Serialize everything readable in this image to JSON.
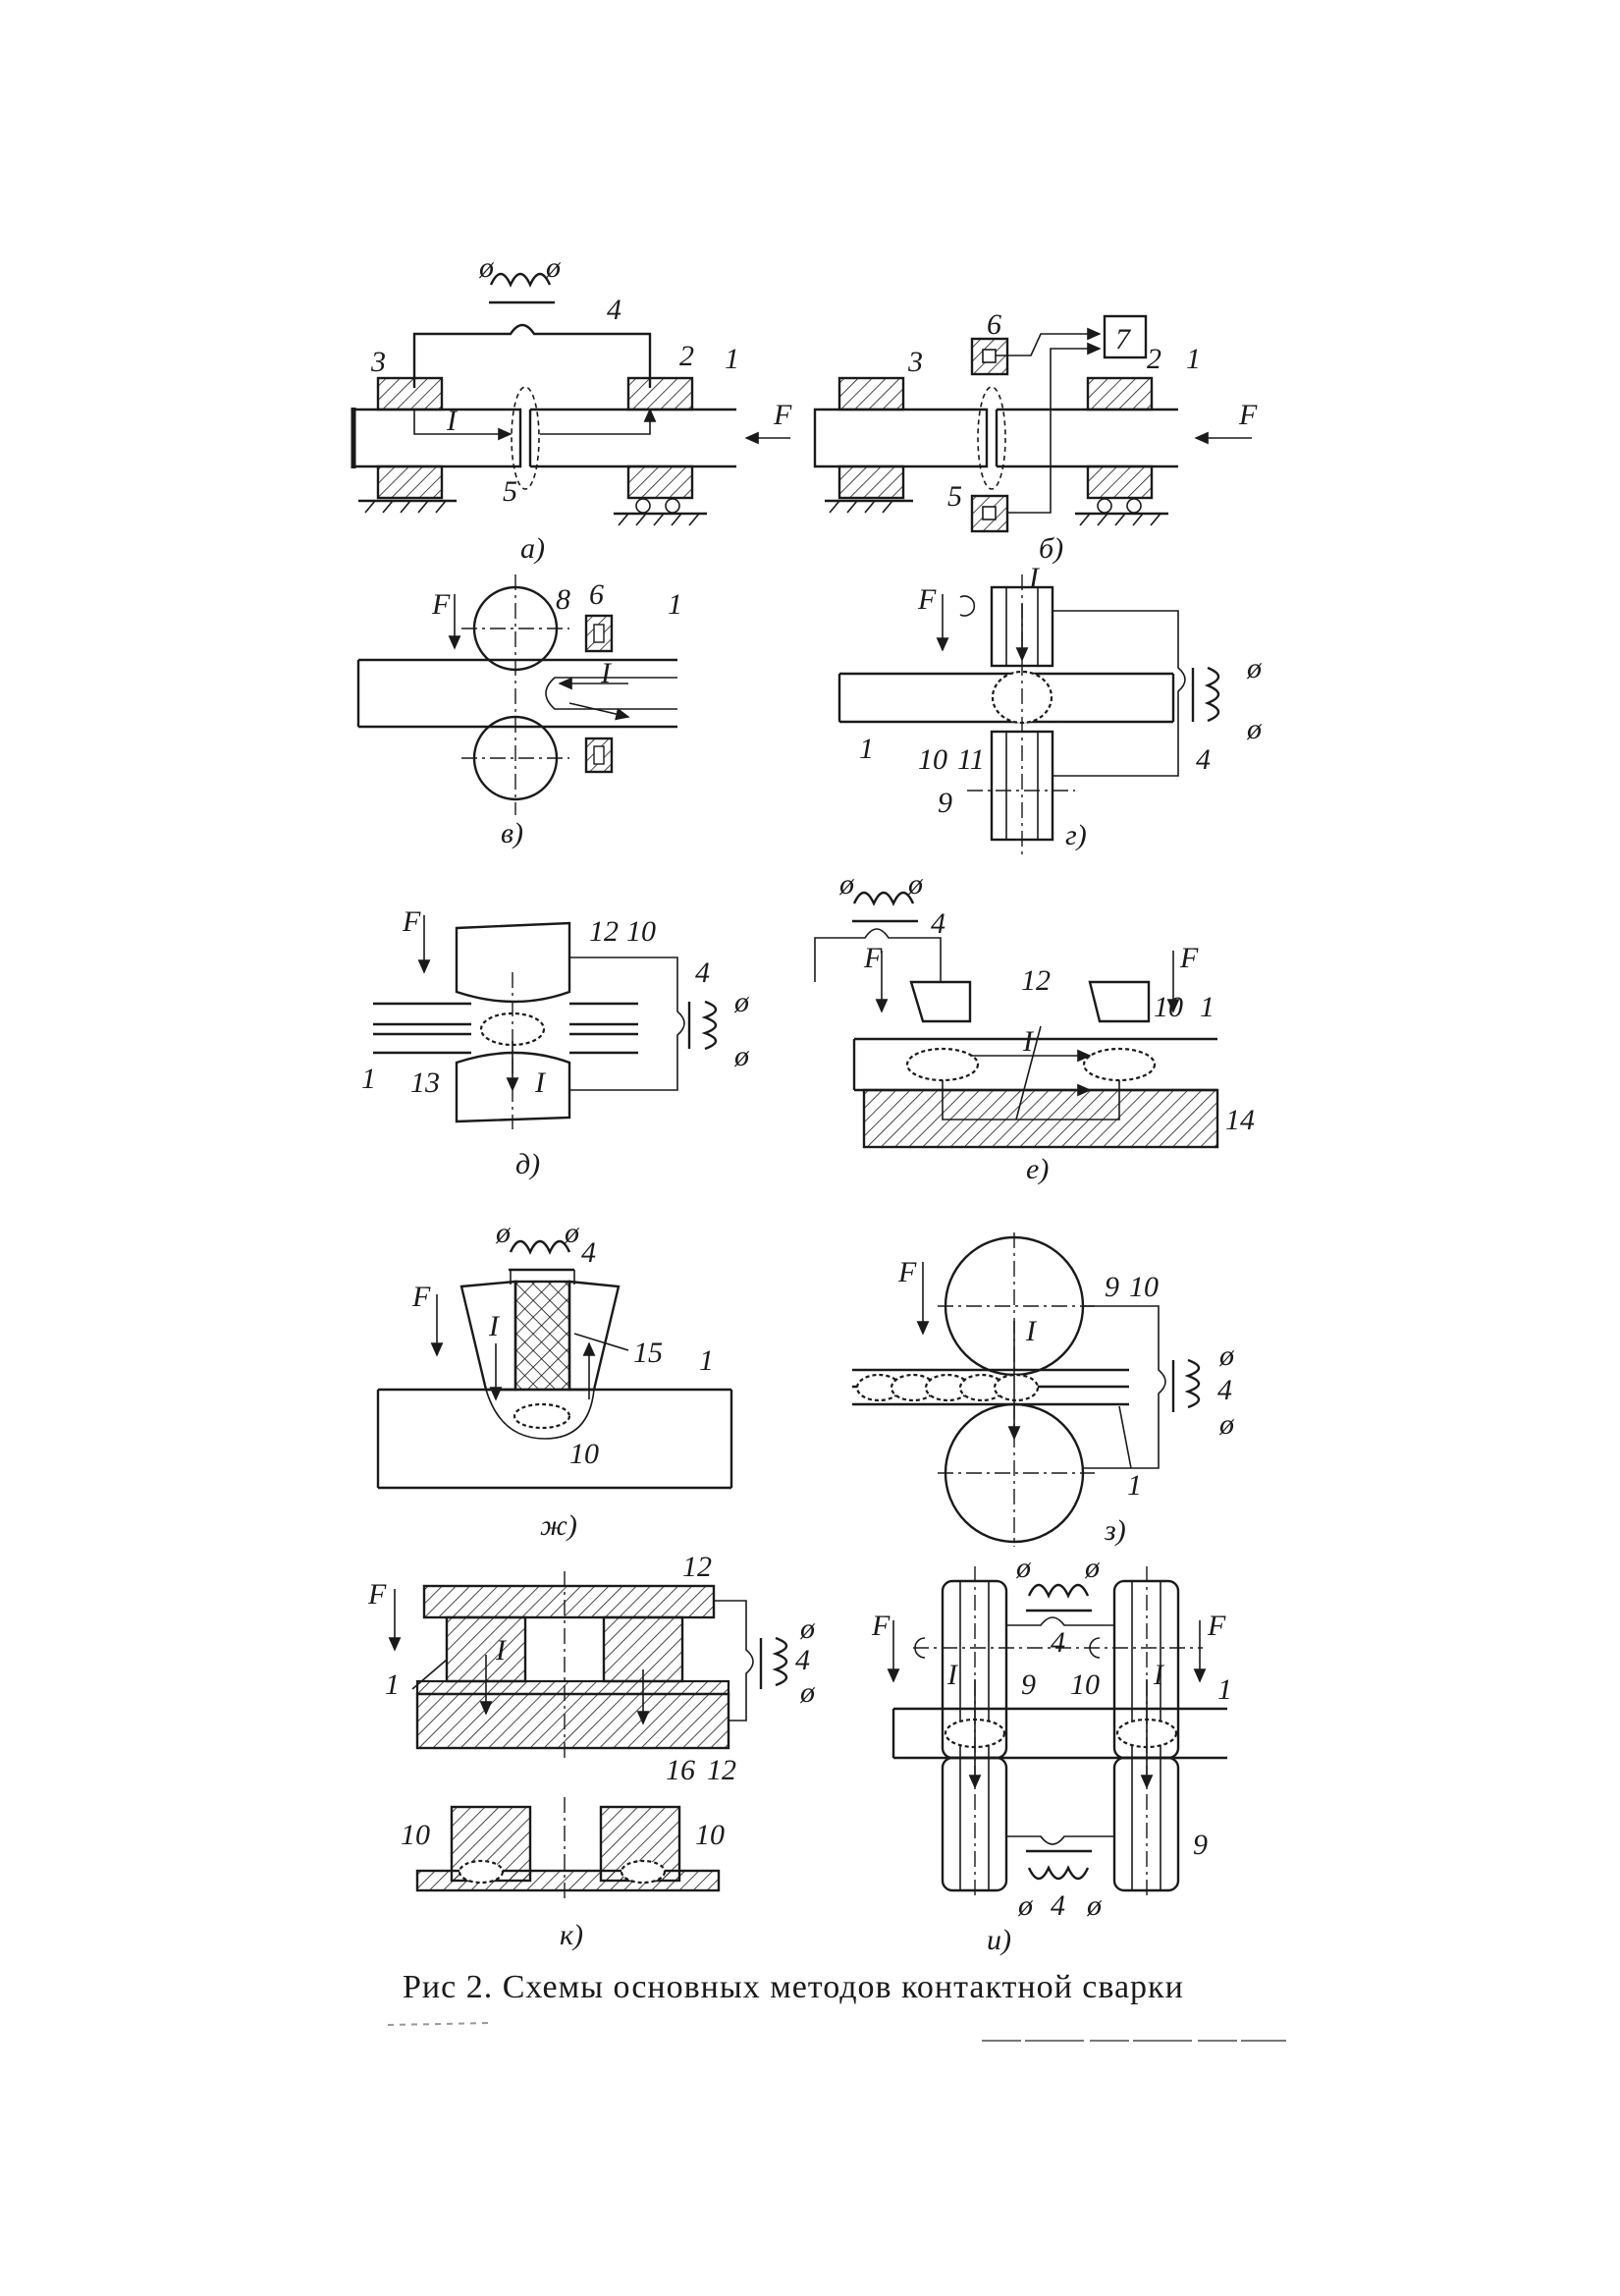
{
  "figure": {
    "caption": "Рис 2. Схемы основных методов контактной сварки",
    "panels": [
      {
        "id": "a",
        "label": "а)"
      },
      {
        "id": "b",
        "label": "б)"
      },
      {
        "id": "v",
        "label": "в)"
      },
      {
        "id": "g",
        "label": "г)"
      },
      {
        "id": "d",
        "label": "д)"
      },
      {
        "id": "e",
        "label": "е)"
      },
      {
        "id": "zh",
        "label": "ж)"
      },
      {
        "id": "z",
        "label": "з)"
      },
      {
        "id": "k",
        "label": "к)"
      },
      {
        "id": "i",
        "label": "и)"
      }
    ],
    "symbols": {
      "force": "F",
      "current": "I",
      "terminal": "ø"
    },
    "numbers": {
      "n1": "1",
      "n2": "2",
      "n3": "3",
      "n4": "4",
      "n5": "5",
      "n6": "6",
      "n7": "7",
      "n8": "8",
      "n9": "9",
      "n10": "10",
      "n11": "11",
      "n12": "12",
      "n13": "13",
      "n14": "14",
      "n15": "15",
      "n16": "16"
    }
  }
}
